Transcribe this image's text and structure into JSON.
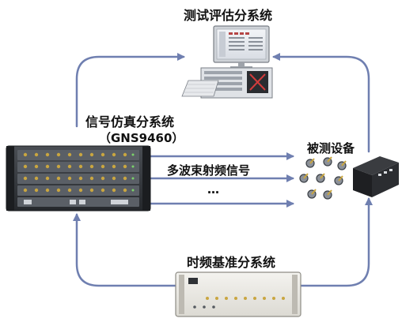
{
  "labels": {
    "test_eval": "测试评估分系统",
    "sig_sim": "信号仿真分系统",
    "sig_sim_model": "（GNS9460）",
    "dut": "被测设备",
    "multibeam": "多波束射频信号",
    "ellipsis": "…",
    "time_ref": "时频基准分系统"
  },
  "colors": {
    "arrow": "#6f7fb0",
    "chassis": "#2c2f33",
    "dut_box": "#1e1f22",
    "ref_panel": "#ecebe6",
    "port": "#c9a640"
  },
  "icons": {
    "test_station": "computer-workstation-icon",
    "sim_chassis": "signal-generator-chassis-icon",
    "antenna_array": "antenna-array-icon",
    "dut_box": "receiver-box-icon",
    "ref_unit": "time-frequency-reference-icon"
  }
}
